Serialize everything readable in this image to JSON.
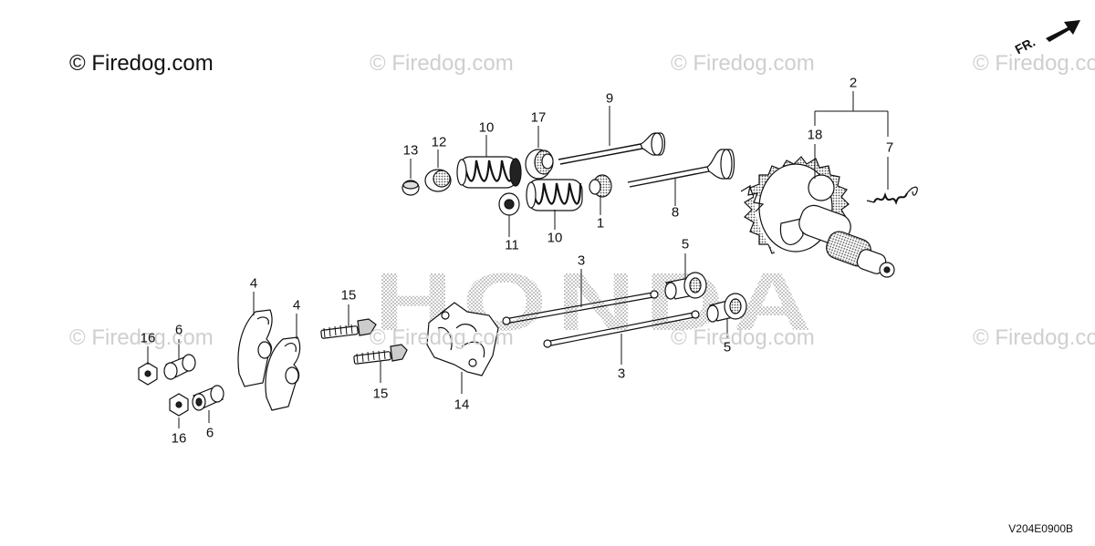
{
  "watermark": {
    "main": "© Firedog.com",
    "faint": "© Firedog.com"
  },
  "background_brand": "HONDA",
  "direction_label": "FR.",
  "diagram_code": "V204E0900B",
  "callouts": {
    "c1": "1",
    "c2": "2",
    "c3a": "3",
    "c3b": "3",
    "c4a": "4",
    "c4b": "4",
    "c5a": "5",
    "c5b": "5",
    "c6a": "6",
    "c6b": "6",
    "c7": "7",
    "c8": "8",
    "c9": "9",
    "c10a": "10",
    "c10b": "10",
    "c11": "11",
    "c12": "12",
    "c13": "13",
    "c14": "14",
    "c15a": "15",
    "c15b": "15",
    "c16a": "16",
    "c16b": "16",
    "c17": "17",
    "c18": "18"
  }
}
